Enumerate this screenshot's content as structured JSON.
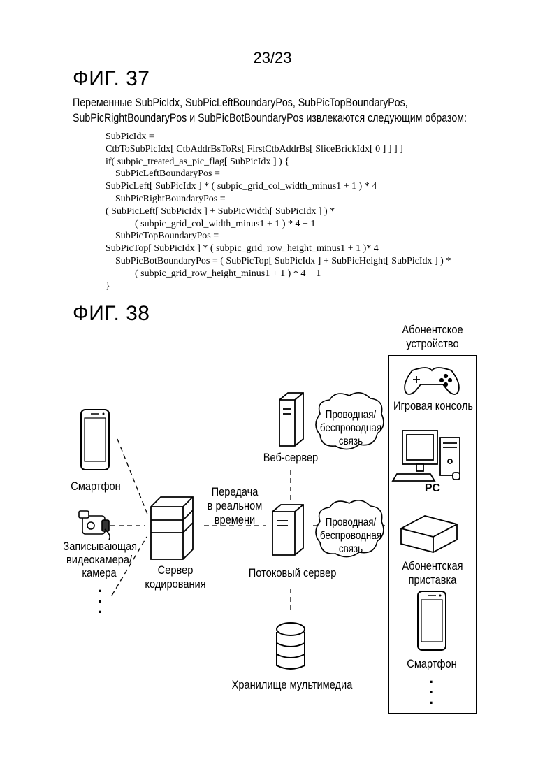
{
  "page_number": "23/23",
  "fig37": {
    "title": "ФИГ. 37",
    "intro_line1": "Переменные SubPicIdx, SubPicLeftBoundaryPos, SubPicTopBoundaryPos,",
    "intro_line2": "SubPicRightBoundaryPos и SubPicBotBoundaryPos извлекаются следующим образом:",
    "code": "SubPicIdx =\nCtbToSubPicIdx[ CtbAddrBsToRs[ FirstCtbAddrBs[ SliceBrickIdx[ 0 ] ] ] ]\nif( subpic_treated_as_pic_flag[ SubPicIdx ] ) {\n    SubPicLeftBoundaryPos =\nSubPicLeft[ SubPicIdx ] * ( subpic_grid_col_width_minus1 + 1 ) * 4\n    SubPicRightBoundaryPos =\n( SubPicLeft[ SubPicIdx ] + SubPicWidth[ SubPicIdx ] ) *\n            ( subpic_grid_col_width_minus1 + 1 ) * 4 − 1\n    SubPicTopBoundaryPos =\nSubPicTop[ SubPicIdx ] * ( subpic_grid_row_height_minus1 + 1 )* 4\n    SubPicBotBoundaryPos = ( SubPicTop[ SubPicIdx ] + SubPicHeight[ SubPicIdx ] ) *\n            ( subpic_grid_row_height_minus1 + 1 ) * 4 − 1\n}"
  },
  "fig38": {
    "title": "ФИГ. 38",
    "subscriber_device_label": "Абонентское\nустройство",
    "smartphone_left": "Смартфон",
    "camcorder": "Записывающая\nвидеокамера/\nкамера",
    "dots_left": "·\n·\n·",
    "encoding_server": "Сервер\nкодирования",
    "realtime_transfer": "Передача\nв реальном\nвремени",
    "web_server": "Веб-сервер",
    "streaming_server": "Потоковый сервер",
    "wired_wireless_1": "Проводная/\nбеспроводная\nсвязь",
    "wired_wireless_2": "Проводная/\nбеспроводная\nсвязь",
    "media_storage": "Хранилище мультимедиа",
    "game_console": "Игровая консоль",
    "pc": "PC",
    "set_top_box": "Абонентская\nприставка",
    "smartphone_right": "Смартфон",
    "dots_right": "·\n·\n·"
  }
}
